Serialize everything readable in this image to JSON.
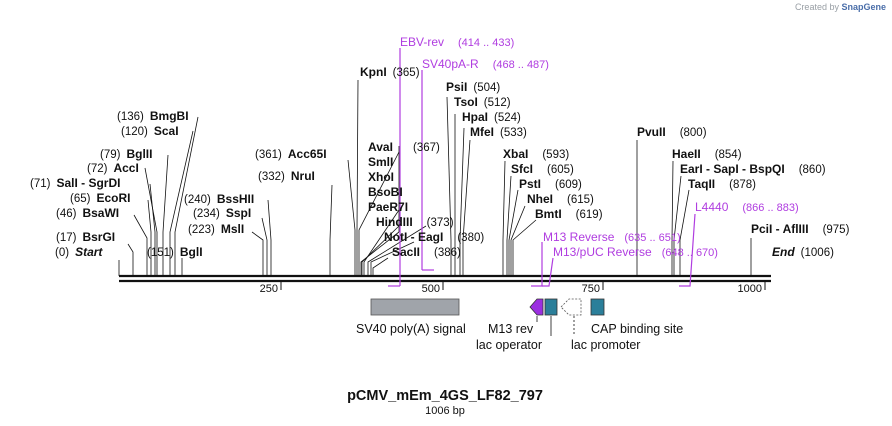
{
  "credit": {
    "prefix": "Created by",
    "brand": "SnapGene"
  },
  "title": "pCMV_mEm_4GS_LF82_797",
  "length_label": "1006 bp",
  "axis": {
    "ticks": [
      250,
      500,
      750,
      1000
    ]
  },
  "start_label": {
    "pos": "(0)",
    "name": "Start"
  },
  "end_label": {
    "pos": "(1006)",
    "name": "End"
  },
  "enzymes_left": [
    {
      "pos": "(17)",
      "name": "BsrGI"
    },
    {
      "pos": "(46)",
      "name": "BsaWI"
    },
    {
      "pos": "(65)",
      "name": "EcoRI"
    },
    {
      "pos": "(71)",
      "name": "SalI - SgrDI"
    },
    {
      "pos": "(72)",
      "name": "AccI"
    },
    {
      "pos": "(79)",
      "name": "BglII"
    },
    {
      "pos": "(120)",
      "name": "ScaI"
    },
    {
      "pos": "(136)",
      "name": "BmgBI"
    },
    {
      "pos": "(151)",
      "name": "BglI"
    },
    {
      "pos": "(223)",
      "name": "MslI"
    },
    {
      "pos": "(234)",
      "name": "SspI"
    },
    {
      "pos": "(240)",
      "name": "BssHII"
    },
    {
      "pos": "(332)",
      "name": "NruI"
    },
    {
      "pos": "(361)",
      "name": "Acc65I"
    },
    {
      "pos": "(365)",
      "name": "KpnI"
    }
  ],
  "enzymes_center": [
    {
      "pos": "(367)",
      "names": [
        "AvaI",
        "SmlI",
        "XhoI",
        "BsoBI",
        "PaeR7I"
      ]
    },
    {
      "pos": "(373)",
      "name": "HindIII"
    },
    {
      "pos": "(380)",
      "name": "NotI - EagI"
    },
    {
      "pos": "(386)",
      "name": "SacII"
    },
    {
      "pos": "(504)",
      "name": "PsiI"
    },
    {
      "pos": "(512)",
      "name": "TsoI"
    },
    {
      "pos": "(524)",
      "name": "HpaI"
    },
    {
      "pos": "(533)",
      "name": "MfeI"
    }
  ],
  "enzymes_right": [
    {
      "pos": "(593)",
      "name": "XbaI"
    },
    {
      "pos": "(605)",
      "name": "SfcI"
    },
    {
      "pos": "(609)",
      "name": "PstI"
    },
    {
      "pos": "(615)",
      "name": "NheI"
    },
    {
      "pos": "(619)",
      "name": "BmtI"
    },
    {
      "pos": "(800)",
      "name": "PvuII"
    },
    {
      "pos": "(854)",
      "name": "HaeII"
    },
    {
      "pos": "(860)",
      "name": "EarI - SapI - BspQI"
    },
    {
      "pos": "(878)",
      "name": "TaqII"
    },
    {
      "pos": "(975)",
      "name": "PciI - AflIII"
    }
  ],
  "primers": [
    {
      "name": "EBV-rev",
      "range": "(414 .. 433)"
    },
    {
      "name": "SV40pA-R",
      "range": "(468 .. 487)"
    },
    {
      "name": "L4440",
      "range": "(866 .. 883)"
    },
    {
      "name": "M13 Reverse",
      "range": "(635 .. 651)"
    },
    {
      "name": "M13/pUC Reverse",
      "range": "(648 .. 670)"
    }
  ],
  "features": [
    {
      "name": "SV40 poly(A) signal",
      "color": "#a0a4aa"
    },
    {
      "name": "M13 rev",
      "color": "#9b2fe0"
    },
    {
      "name": "lac operator",
      "color": "#2b7f9a"
    },
    {
      "name": "lac promoter",
      "color": "#ffffff"
    },
    {
      "name": "CAP binding site",
      "color": "#2b7f9a"
    }
  ],
  "colors": {
    "primer": "#b03de0",
    "backbone": "#111111"
  }
}
